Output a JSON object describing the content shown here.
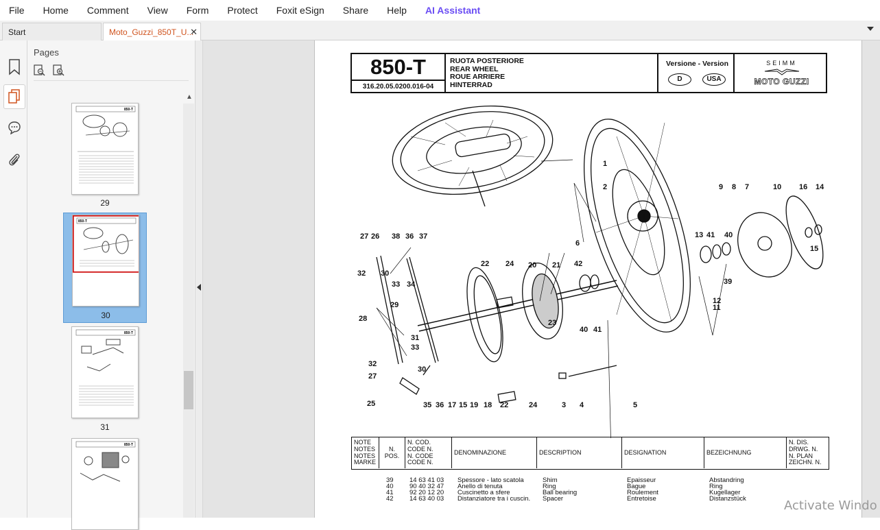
{
  "menu": [
    "File",
    "Home",
    "Comment",
    "View",
    "Form",
    "Protect",
    "Foxit eSign",
    "Share",
    "Help",
    "AI Assistant"
  ],
  "tabs": {
    "start": "Start",
    "doc": "Moto_Guzzi_850T_U..."
  },
  "sidebar": {
    "title": "Pages",
    "thumbnails": [
      "29",
      "30",
      "31"
    ]
  },
  "document": {
    "model": "850-T",
    "code": "316.20.05.0200.016-04",
    "titles": [
      "RUOTA POSTERIORE",
      "REAR WHEEL",
      "ROUE ARRIERE",
      "HINTERRAD"
    ],
    "version_title": "Versione - Version",
    "version_badges": [
      "D",
      "USA"
    ],
    "brand_top": "SEIMM",
    "brand_name": "MOTO GUZZI",
    "callouts": [
      "1",
      "2",
      "9",
      "8",
      "7",
      "10",
      "16",
      "14",
      "27",
      "26",
      "38",
      "36",
      "37",
      "6",
      "13",
      "41",
      "40",
      "15",
      "22",
      "24",
      "20",
      "21",
      "42",
      "32",
      "30",
      "33",
      "34",
      "39",
      "12",
      "11",
      "29",
      "28",
      "23",
      "40",
      "41",
      "31",
      "33",
      "32",
      "27",
      "30",
      "25",
      "35",
      "36",
      "17",
      "15",
      "19",
      "18",
      "22",
      "24",
      "3",
      "4",
      "5"
    ],
    "table_headers": {
      "notes": [
        "NOTE",
        "NOTES",
        "NOTES",
        "MARKE"
      ],
      "pos": [
        "N.",
        "POS."
      ],
      "code": [
        "N. COD.",
        "CODE N.",
        "N. CODE",
        "CODE N."
      ],
      "denominazione": "DENOMINAZIONE",
      "description": "DESCRIPTION",
      "designation": "DESIGNATION",
      "bezeichnung": "BEZEICHNUNG",
      "drawing": [
        "N. DIS.",
        "DRWG. N.",
        "N. PLAN",
        "ZEICHN. N."
      ]
    },
    "rows": [
      {
        "pos": "39",
        "code": "14 63 41 03",
        "it": "Spessore - lato scatola",
        "en": "Shim",
        "fr": "Epaisseur",
        "de": "Abstandring"
      },
      {
        "pos": "40",
        "code": "90 40 32 47",
        "it": "Anello di tenuta",
        "en": "Ring",
        "fr": "Bague",
        "de": "Ring"
      },
      {
        "pos": "41",
        "code": "92 20 12 20",
        "it": "Cuscinetto a sfere",
        "en": "Ball bearing",
        "fr": "Roulement",
        "de": "Kugellager"
      },
      {
        "pos": "42",
        "code": "14 63 40 03",
        "it": "Distanziatore tra i cuscin.",
        "en": "Spacer",
        "fr": "Entretoise",
        "de": "Distanzstück"
      }
    ]
  },
  "watermark": "Activate Windo"
}
